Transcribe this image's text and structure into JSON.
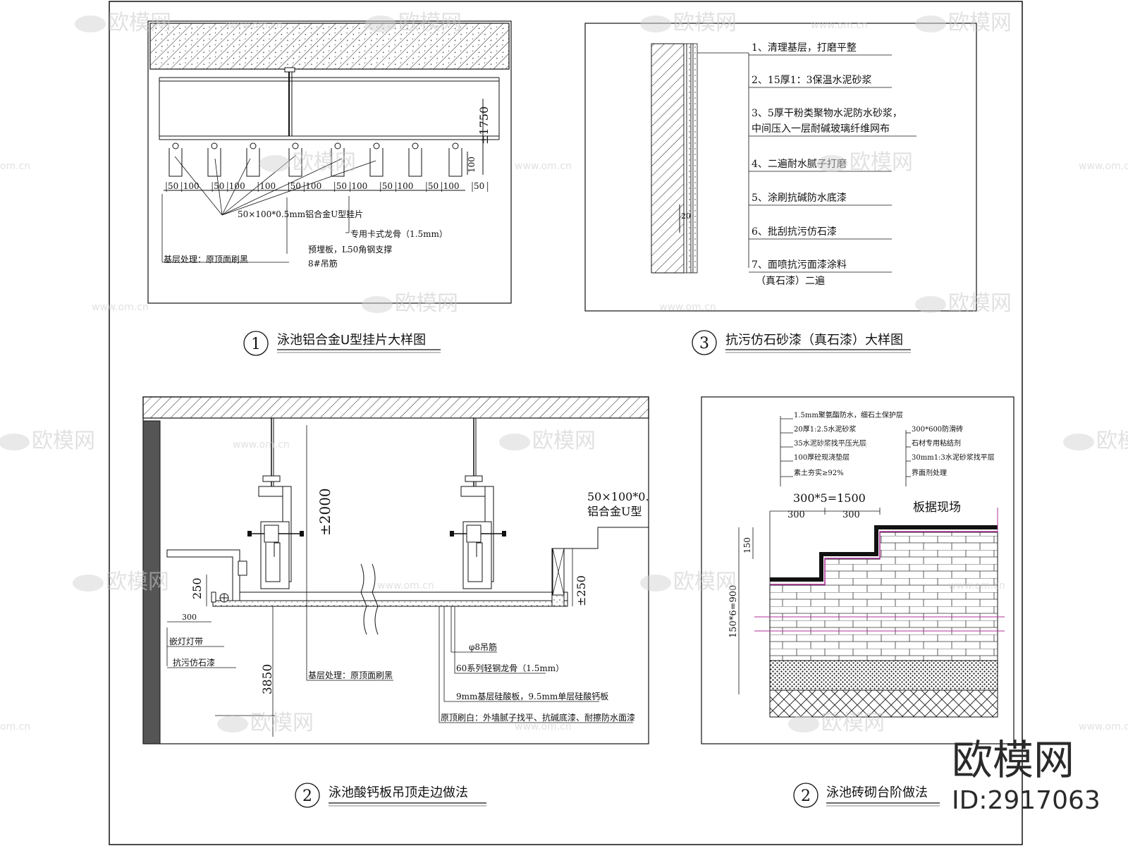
{
  "watermark": {
    "logo_text": "欧模网",
    "url_text": "www.om.cn",
    "short_url": "om.cn"
  },
  "brand": {
    "name": "欧模网",
    "id_label": "ID:2917063"
  },
  "panel1": {
    "number": "1",
    "title": "泳池铝合金U型挂片大样图",
    "dim_1750": "±1750",
    "dim_100": "100",
    "spacing": [
      "50",
      "100",
      "50",
      "100",
      "100",
      "50",
      "100",
      "50",
      "100",
      "50",
      "100",
      "50",
      "100",
      "50"
    ],
    "label_strip": "50×100*0.5mm铝合金U型挂片",
    "label_keel": "专用卡式龙骨（1.5mm）",
    "label_embed": "预埋板，L50角钢支撑",
    "label_rod": "8#吊筋",
    "label_base": "基层处理：原顶面刷黑"
  },
  "panel3": {
    "number": "3",
    "title": "抗污仿石砂漆（真石漆）大样图",
    "dim_20": "20",
    "layers": [
      "1、清理基层，打磨平整",
      "2、15厚1：3保温水泥砂浆",
      "3、5厚干粉类聚物水泥防水砂浆，",
      "中间压入一层耐碱玻璃纤维网布",
      "4、二遍耐水腻子打磨",
      "5、涂刷抗碱防水底漆",
      "6、批刮抗污仿石漆",
      "7、面喷抗污面漆涂料",
      "（真石漆）二遍"
    ]
  },
  "panel2a": {
    "number": "2",
    "title": "泳池酸钙板吊顶走边做法",
    "dim_2000": "±2000",
    "dim_250a": "250",
    "dim_250b": "±250",
    "dim_300": "300",
    "dim_3850": "3850",
    "label_strip1": "50×100*0.",
    "label_strip2": "铝合金U型",
    "label_light": "嵌灯灯带",
    "label_paint": "抗污仿石漆",
    "label_base": "基层处理：原顶面刷黑",
    "label_rod": "φ8吊筋",
    "label_keel": "60系列轻钢龙骨（1.5mm）",
    "label_board": "9mm基层硅酸板，9.5mm单层硅酸钙板",
    "label_finish": "原顶刷白：外墙腻子找平、抗碱底漆、耐擦防水面漆"
  },
  "panel2b": {
    "number": "2",
    "title": "泳池砖砌台阶做法",
    "dim_1500": "300*5=1500",
    "dim_300a": "300",
    "dim_300b": "300",
    "dim_150": "150",
    "dim_vert": "150*6=900",
    "label_site": "板据现场",
    "left_notes": [
      "1.5mm聚氨酯防水，细石土保护层",
      "20厚1:2.5水泥砂浆",
      "35水泥砂浆找平压光层",
      "100厚砼现浇垫层",
      "素土夯实≥92%"
    ],
    "right_notes": [
      "300*600防滑砖",
      "石材专用粘结剂",
      "30mm1:3水泥砂浆找平层",
      "界面剂处理"
    ]
  }
}
